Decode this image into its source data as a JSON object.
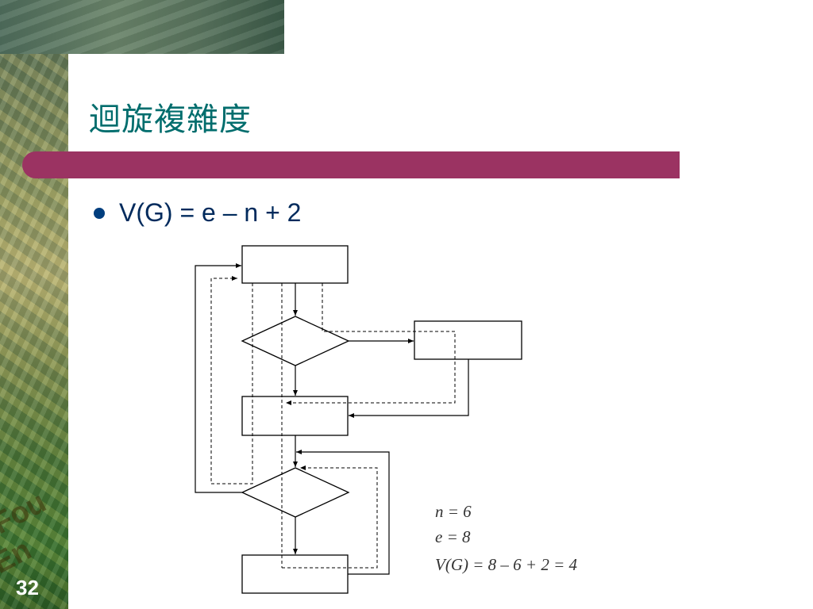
{
  "title": "迴旋複雜度",
  "bullet": "V(G) = e – n + 2",
  "metrics": {
    "n": "n = 6",
    "e": "e = 8",
    "v": "V(G) = 8 – 6 + 2 = 4"
  },
  "page_number": "32",
  "background_word_1": "Fou",
  "background_word_2": "En",
  "colors": {
    "title": "#006d6d",
    "title_bar": "#9b3362",
    "bullet_text": "#002a5c"
  }
}
